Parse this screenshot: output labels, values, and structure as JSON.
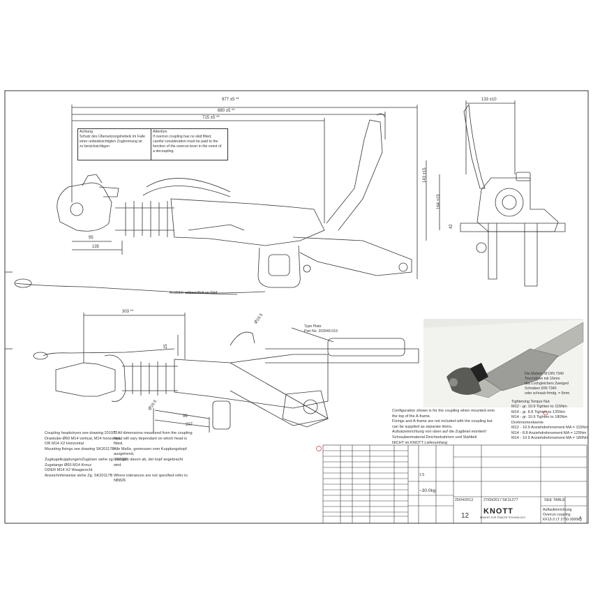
{
  "dimensions": {
    "d977": "977 ±5 **",
    "d880": "880 ±5 **",
    "d715": "715 ±5 **",
    "d95": "95",
    "d135": "135",
    "d133": "133 ±10",
    "d143": "143 ±15",
    "d164": "164 ±15",
    "d42": "42",
    "d303": "303 **",
    "d25": "25",
    "d96": "96",
    "d207": "207",
    "dia165a": "Ø16.5",
    "dia165b": "Ø16.5"
  },
  "warning": {
    "de_title": "Achtung",
    "de_text": "Schutz des Übersetzungshebels im Falle\neiner unbeabsichtigten Zugtrennung ist\nzu berücksichtigen",
    "en_title": "Attention",
    "en_text": "If overrun coupling has no skid fitted,\ncareful consideration must be paid to the\nfunction of the overrun lever in the event of\na decoupling."
  },
  "callouts": {
    "bolt_on_skid": "Available without Bolt-on Skid",
    "type_plate": "Type Plate\nPart No. 203949.019"
  },
  "notes_left": {
    "en": "Coupling heads/eyes see drawing 201931\nDrawtube Ø60 M14 vertical, M14 horizontal,\nOR M14 X2 Horizontal\nMounting fixings see drawing SK20117B",
    "de": "Zugkugelkupplungen/Zugösen siehe zg. 201931\nZugstange Ø60 M14 Kreuz\nODER M14 X2 Waagerecht\nAnzeichnhinweise siehe Zg. SK20117B"
  },
  "notes_mid": "** All dimensions measured from the coupling\nhead will vary dependant on which head is\nfitted.\nAlle Maße, gemessen vom Kupplungskopf\nausgehend,\nhoengen davon ab, der kopf angebracht\nwird.\n\nWhere tolerances are not specified refer to\nNB826",
  "notes_config": "Configuration shown is for the coupling when mounted onto\nthe top of the A-frame.\nFixings and A-frame are not included with the coupling but\ncan be supplied as separate items.\nAufsatzeinrichtung von oben auf die Zugdeiel montiert!\nSchraubenmaterial Deichselrahmen und Stahlteil\nNICHT im KNOTT Lieferumfang",
  "photo_note": "Die Muttern M DIN 7340\nTouchdown mit 16mm\ndas Lochgleichers Zweiged\nSchraben DIN 7340\noder schraub-frmdg. = 6mm",
  "torque": {
    "title": "Tightening Torque Nut",
    "lines": "M12 - gr. 10.9 Tighten to 115Nm\nM14 - gr. 8.8 Tighten to 125Nm\nM14 - gr. 10.9 Tighten to 180Nm",
    "de_title": "Drehmomentwerte",
    "de_lines": "M12 - 10.9 Anziehdrehmoment MA = 115Nm\nM14 - 8.8 Anziehdrehmoment MA = 125Nm\nM14 - 10.9 Anziehdrehmoment MA = 180Nm"
  },
  "title_block": {
    "weight": "~30.0kg",
    "scale": "1:5",
    "date1": "25/04/2013",
    "date2": "27/09/2017",
    "sheet": "12",
    "drawing_no": "SK11277",
    "see_table": "SEE TABLE",
    "brand": "KNOTT",
    "brand_sub": "BRAKES FOR TRAILER TECHNOLOGY",
    "title1": "Auflaufeinrichtung",
    "title2": "Overrun coupling",
    "title3": "KF13-3 LT 2700-3000kg",
    "rev": "A"
  },
  "colors": {
    "line": "#333333",
    "brand": "#222222",
    "rev_mark": "#cc3333"
  }
}
